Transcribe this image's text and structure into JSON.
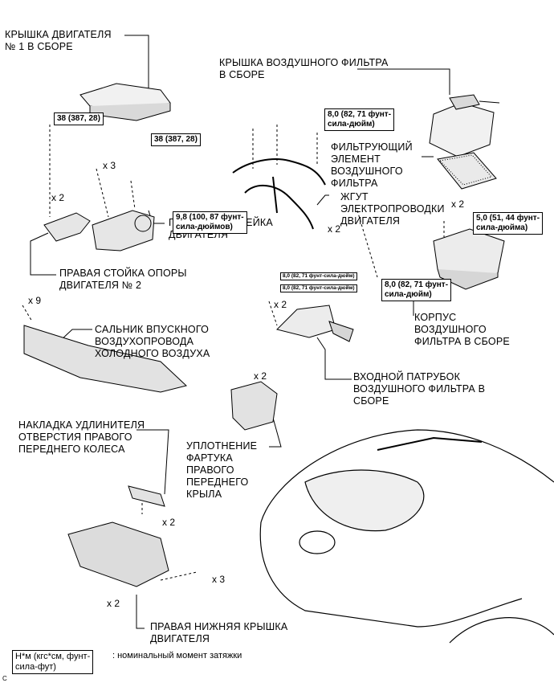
{
  "parts": {
    "engine_cover": "КРЫШКА ДВИГАТЕЛЯ\n№ 1 В СБОРЕ",
    "air_filter_cover": "КРЫШКА ВОЗДУШНОГО ФИЛЬТРА\nВ СБОРЕ",
    "filter_element": "ФИЛЬТРУЮЩИЙ\nЭЛЕМЕНТ\nВОЗДУШНОГО\nФИЛЬТРА",
    "wire_harness": "ЖГУТ\nЭЛЕКТРОПРОВОДКИ\nДВИГАТЕЛЯ",
    "movable_rail": "ПОДВИЖНАЯ РЕЙКА\nДВИГАТЕЛЯ",
    "right_mount_bracket": "ПРАВАЯ СТОЙКА ОПОРЫ\nДВИГАТЕЛЯ № 2",
    "air_filter_housing": "КОРПУС\nВОЗДУШНОГО\nФИЛЬТРА В СБОРЕ",
    "intake_seal": "САЛЬНИК ВПУСКНОГО\nВОЗДУХОПРОВОДА\nХОЛОДНОГО ВОЗДУХА",
    "air_inlet": "ВХОДНОЙ ПАТРУБОК\nВОЗДУШНОГО ФИЛЬТРА В\nСБОРЕ",
    "wheel_opening_extension": "НАКЛАДКА УДЛИНИТЕЛЯ\nОТВЕРСТИЯ ПРАВОГО\nПЕРЕДНЕГО КОЛЕСА",
    "fender_seal": "УПЛОТНЕНИЕ\nФАРТУКА\nПРАВОГО\nПЕРЕДНЕГО\nКРЫЛА",
    "lower_engine_cover": "ПРАВАЯ НИЖНЯЯ КРЫШКА\nДВИГАТЕЛЯ"
  },
  "torques": {
    "t38_a": "38 (387, 28)",
    "t38_b": "38 (387, 28)",
    "t8_top": "8,0 (82, 71 фунт-\nсила-дюйм)",
    "t98": "9,8 (100, 87 фунт-\nсила-дюймов)",
    "t50": "5,0 (51, 44 фунт-\nсила-дюйма)",
    "t8_small_1": "8,0 (82, 71 фунт-сила-дюйм)",
    "t8_small_2": "8,0 (82, 71 фунт-сила-дюйм)",
    "t8_right": "8,0 (82, 71 фунт-\nсила-дюйм)"
  },
  "quantities": {
    "q_x2_bracket": "x 2",
    "q_x3_top": "x 3",
    "q_x9": "x 9",
    "q_x2_harness": "x 2",
    "q_x2_inlet": "x 2",
    "q_x2_housing": "x 2",
    "q_x2_fender": "x 2",
    "q_x2_extension": "x 2",
    "q_x3_lower": "x 3",
    "q_x2_lower": "x 2"
  },
  "legend": {
    "unit": "Н*м (кгс*см, фунт-\nсила-фут)",
    "description": ": номинальный момент затяжки"
  },
  "corner_mark": "C"
}
